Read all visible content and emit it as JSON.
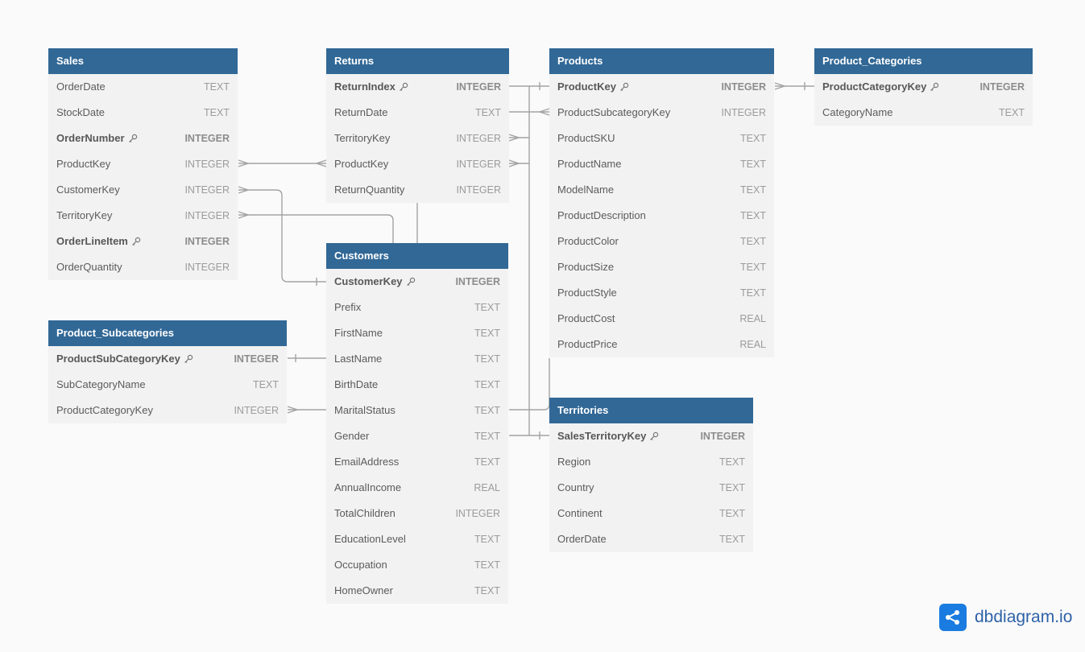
{
  "tables": {
    "sales": {
      "name": "Sales",
      "fields": [
        {
          "name": "OrderDate",
          "type": "TEXT",
          "pk": false
        },
        {
          "name": "StockDate",
          "type": "TEXT",
          "pk": false
        },
        {
          "name": "OrderNumber",
          "type": "INTEGER",
          "pk": true
        },
        {
          "name": "ProductKey",
          "type": "INTEGER",
          "pk": false
        },
        {
          "name": "CustomerKey",
          "type": "INTEGER",
          "pk": false
        },
        {
          "name": "TerritoryKey",
          "type": "INTEGER",
          "pk": false
        },
        {
          "name": "OrderLineItem",
          "type": "INTEGER",
          "pk": true
        },
        {
          "name": "OrderQuantity",
          "type": "INTEGER",
          "pk": false
        }
      ]
    },
    "returns": {
      "name": "Returns",
      "fields": [
        {
          "name": "ReturnIndex",
          "type": "INTEGER",
          "pk": true
        },
        {
          "name": "ReturnDate",
          "type": "TEXT",
          "pk": false
        },
        {
          "name": "TerritoryKey",
          "type": "INTEGER",
          "pk": false
        },
        {
          "name": "ProductKey",
          "type": "INTEGER",
          "pk": false
        },
        {
          "name": "ReturnQuantity",
          "type": "INTEGER",
          "pk": false
        }
      ]
    },
    "products": {
      "name": "Products",
      "fields": [
        {
          "name": "ProductKey",
          "type": "INTEGER",
          "pk": true
        },
        {
          "name": "ProductSubcategoryKey",
          "type": "INTEGER",
          "pk": false
        },
        {
          "name": "ProductSKU",
          "type": "TEXT",
          "pk": false
        },
        {
          "name": "ProductName",
          "type": "TEXT",
          "pk": false
        },
        {
          "name": "ModelName",
          "type": "TEXT",
          "pk": false
        },
        {
          "name": "ProductDescription",
          "type": "TEXT",
          "pk": false
        },
        {
          "name": "ProductColor",
          "type": "TEXT",
          "pk": false
        },
        {
          "name": "ProductSize",
          "type": "TEXT",
          "pk": false
        },
        {
          "name": "ProductStyle",
          "type": "TEXT",
          "pk": false
        },
        {
          "name": "ProductCost",
          "type": "REAL",
          "pk": false
        },
        {
          "name": "ProductPrice",
          "type": "REAL",
          "pk": false
        }
      ]
    },
    "product_categories": {
      "name": "Product_Categories",
      "fields": [
        {
          "name": "ProductCategoryKey",
          "type": "INTEGER",
          "pk": true
        },
        {
          "name": "CategoryName",
          "type": "TEXT",
          "pk": false
        }
      ]
    },
    "customers": {
      "name": "Customers",
      "fields": [
        {
          "name": "CustomerKey",
          "type": "INTEGER",
          "pk": true
        },
        {
          "name": "Prefix",
          "type": "TEXT",
          "pk": false
        },
        {
          "name": "FirstName",
          "type": "TEXT",
          "pk": false
        },
        {
          "name": "LastName",
          "type": "TEXT",
          "pk": false
        },
        {
          "name": "BirthDate",
          "type": "TEXT",
          "pk": false
        },
        {
          "name": "MaritalStatus",
          "type": "TEXT",
          "pk": false
        },
        {
          "name": "Gender",
          "type": "TEXT",
          "pk": false
        },
        {
          "name": "EmailAddress",
          "type": "TEXT",
          "pk": false
        },
        {
          "name": "AnnualIncome",
          "type": "REAL",
          "pk": false
        },
        {
          "name": "TotalChildren",
          "type": "INTEGER",
          "pk": false
        },
        {
          "name": "EducationLevel",
          "type": "TEXT",
          "pk": false
        },
        {
          "name": "Occupation",
          "type": "TEXT",
          "pk": false
        },
        {
          "name": "HomeOwner",
          "type": "TEXT",
          "pk": false
        }
      ]
    },
    "product_subcategories": {
      "name": "Product_Subcategories",
      "fields": [
        {
          "name": "ProductSubCategoryKey",
          "type": "INTEGER",
          "pk": true
        },
        {
          "name": "SubCategoryName",
          "type": "TEXT",
          "pk": false
        },
        {
          "name": "ProductCategoryKey",
          "type": "INTEGER",
          "pk": false
        }
      ]
    },
    "territories": {
      "name": "Territories",
      "fields": [
        {
          "name": "SalesTerritoryKey",
          "type": "INTEGER",
          "pk": true
        },
        {
          "name": "Region",
          "type": "TEXT",
          "pk": false
        },
        {
          "name": "Country",
          "type": "TEXT",
          "pk": false
        },
        {
          "name": "Continent",
          "type": "TEXT",
          "pk": false
        },
        {
          "name": "OrderDate",
          "type": "TEXT",
          "pk": false
        }
      ]
    }
  },
  "brand": {
    "name": "dbdiagram.io"
  },
  "colors": {
    "header": "#316896",
    "body": "#f2f2f2",
    "connector": "#a3a3a3",
    "brand": "#1a7be0"
  }
}
